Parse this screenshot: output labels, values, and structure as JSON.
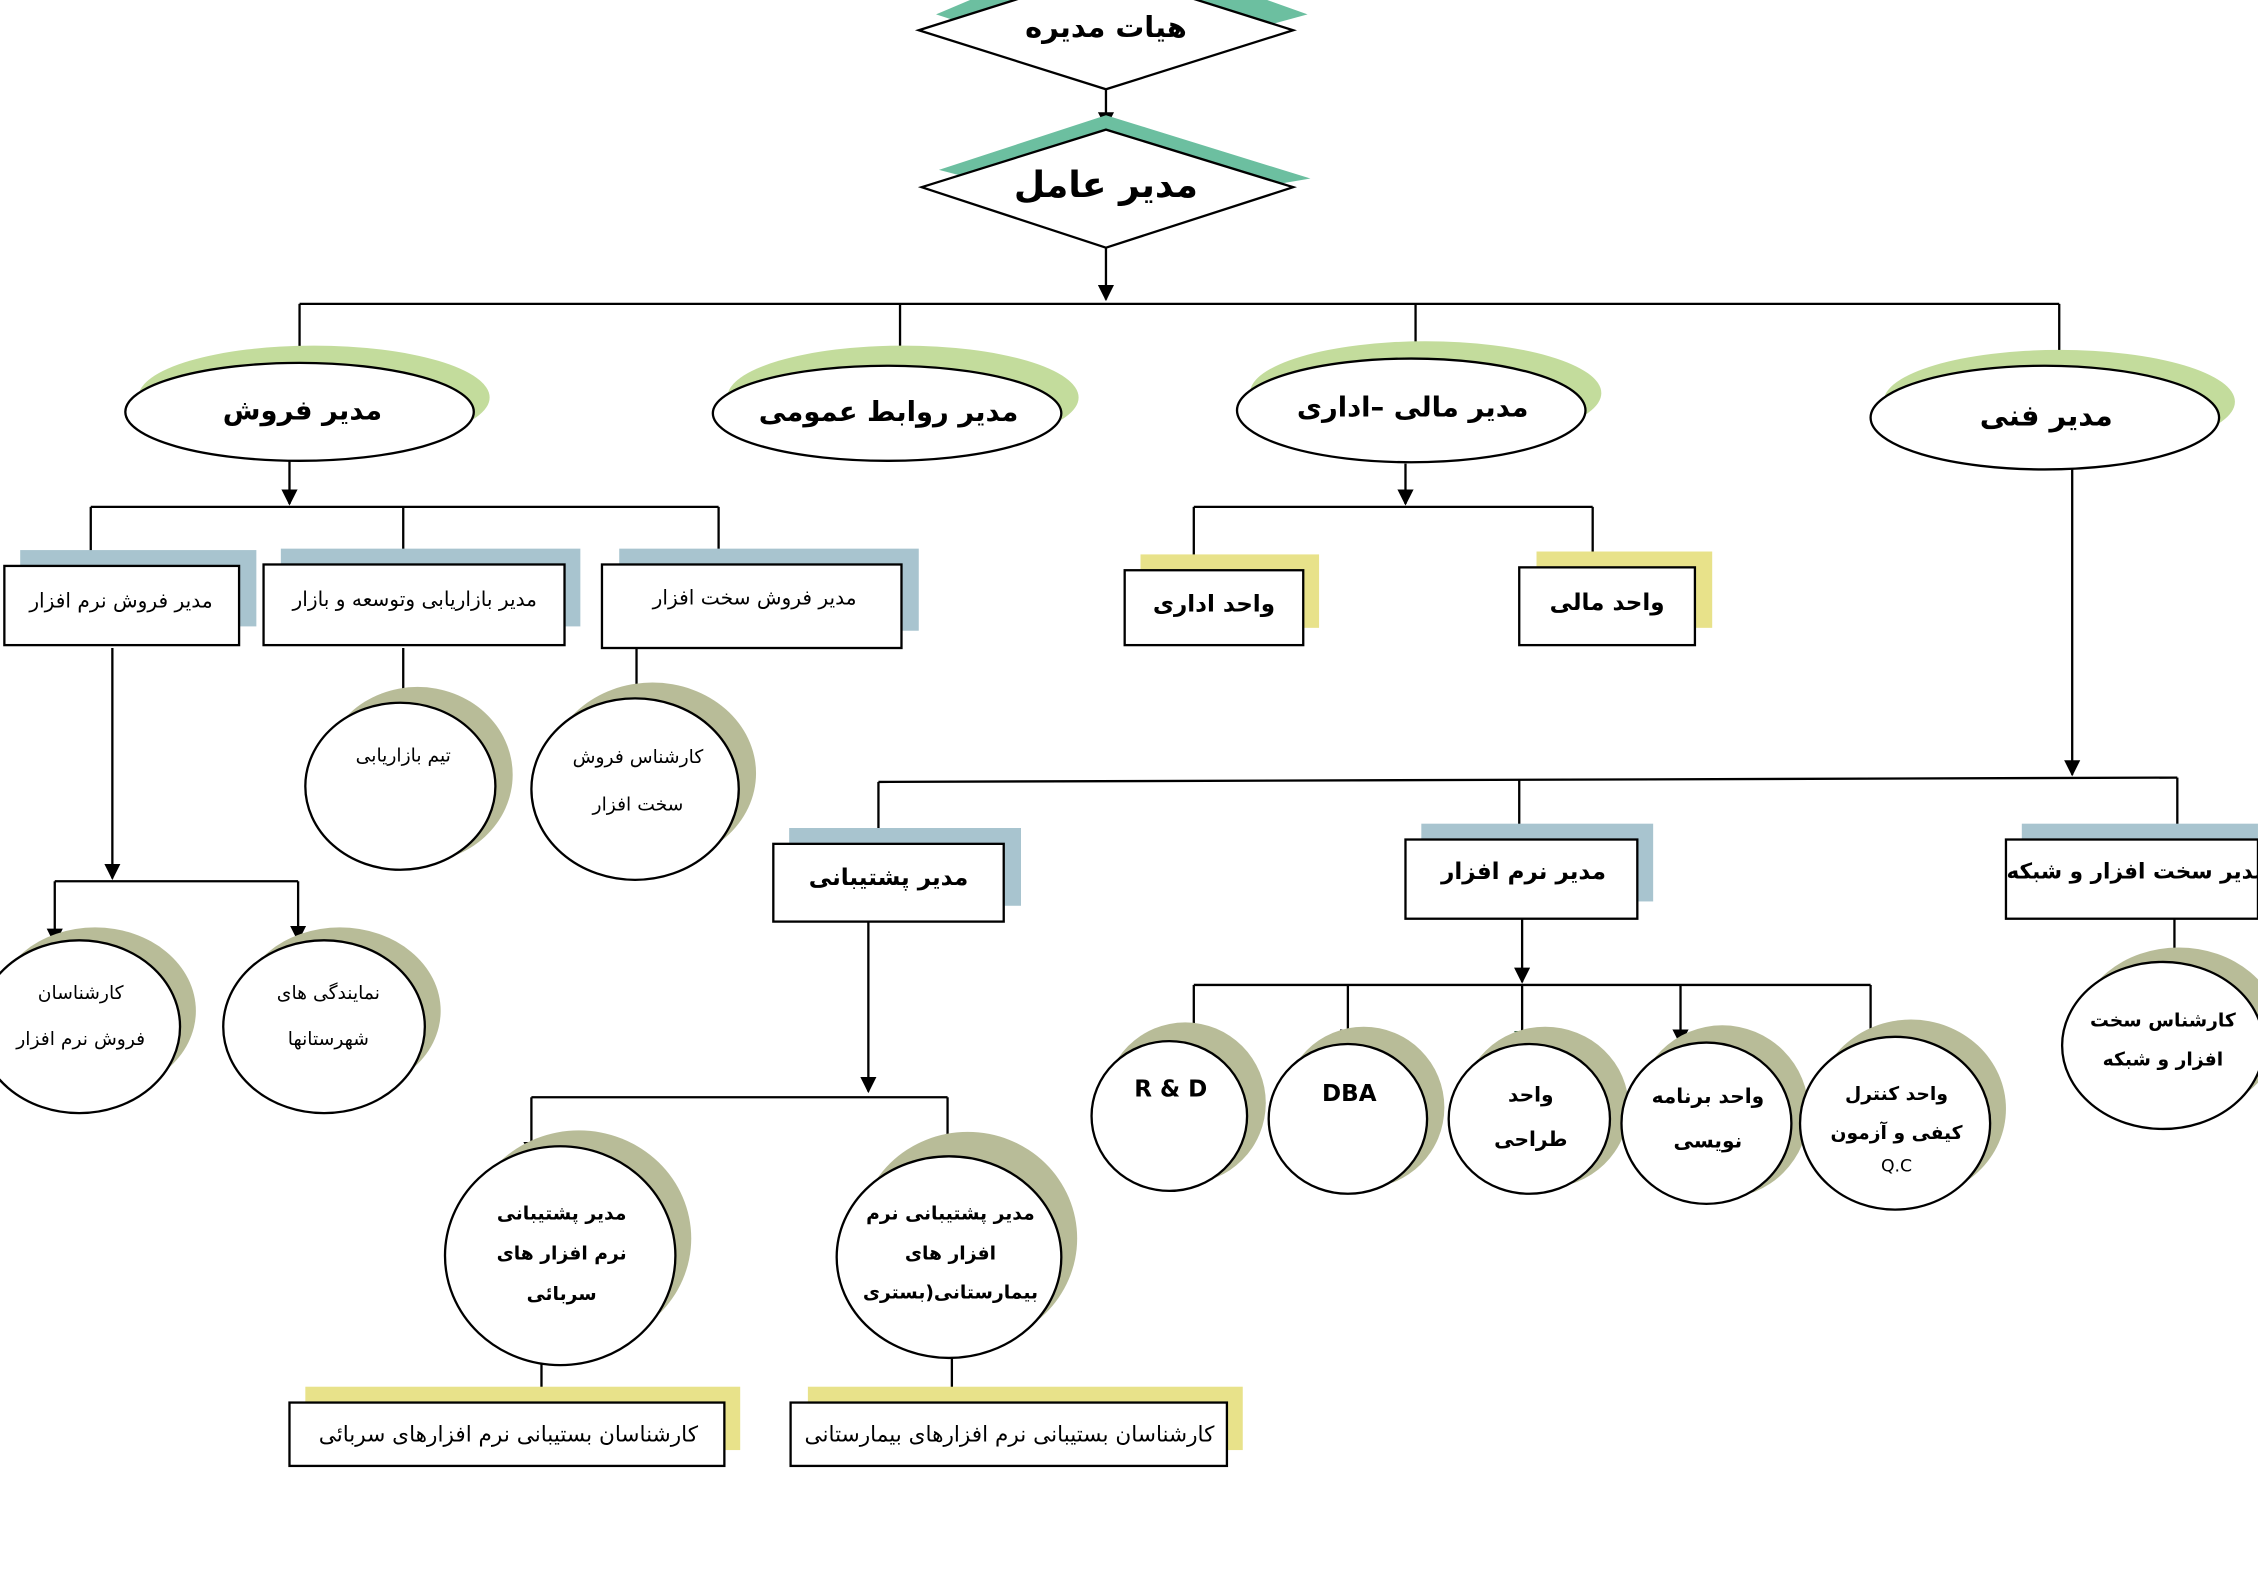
{
  "colors": {
    "diamond_shadow": "#6cbfa0",
    "oval_shadow_green": "#c3dc9c",
    "circle_shadow_olive": "#b8bc98",
    "box_shadow_steel": "#a8c4cf",
    "box_shadow_yellow": "#e8e28a",
    "arrow_dark_blue": "#3c4a7a",
    "arrow_dark_green": "#3f6a4a",
    "arrow_brown": "#7a5a3a"
  },
  "nodes": {
    "board": "هیات مدیره",
    "ceo": "مدیر عامل",
    "sales_manager": "مدیر فروش",
    "pr_manager": "مدیر روابط عمومی",
    "finance_admin_manager": "مدیر مالی –اداری",
    "technical_manager": "مدیر فنی",
    "software_sales_manager": "مدیر فروش نرم افزار",
    "marketing_manager": "مدیر  بازاریابی وتوسعه و بازار",
    "hardware_sales_manager": "مدیر  فروش سخت افزار",
    "admin_unit": "واحد اداری",
    "finance_unit": "واحد مالی",
    "marketing_team": "تیم بازاریابی",
    "hardware_sales_expert": [
      "کارشناس  فروش",
      "سخت افزار"
    ],
    "software_sales_experts": [
      "کارشناسان",
      "فروش نرم افزار"
    ],
    "provincial_agencies": [
      "نمایندگی های",
      "شهرستانها"
    ],
    "support_manager": "مدیر پشتیبانی",
    "software_manager": "مدیر  نرم افزار",
    "hardware_network_manager": "مدیر سخت افزار و شبکه",
    "rnd": "R & D",
    "dba": "DBA",
    "design_unit": [
      "واحد",
      "طراحی"
    ],
    "programming_unit": [
      "واحد برنامه",
      "نویسی"
    ],
    "qc_unit": [
      "واحد کنترل",
      "کیفی و آزمون",
      "Q.C"
    ],
    "hardware_network_expert": [
      "کارشناس سخت",
      "افزار و شبکه"
    ],
    "server_support_manager": [
      "مدیر پشتیبانی",
      "نرم افزار های",
      "سربائی"
    ],
    "hospital_support_manager": [
      "مدیر پشتیبانی نرم",
      "افزار های",
      "بیمارستانی(بستری"
    ],
    "server_support_experts": "کارشناسان بستیبانی نرم افزارهای سربائی",
    "hospital_support_experts": "کارشناسان بستیبانی نرم افزارهای بیمارستانی"
  }
}
